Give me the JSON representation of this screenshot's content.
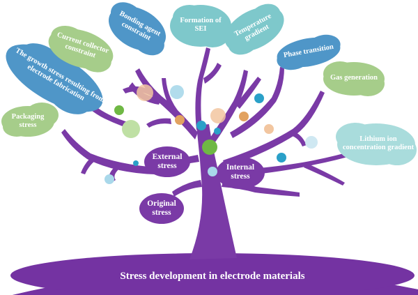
{
  "title": "Stress development in electrode materials",
  "trunk_labels": {
    "external": "External stress",
    "internal": "Internal stress",
    "original": "Original stress"
  },
  "leaves": {
    "packaging": "Packaging stress",
    "growth_stress": "The growth stress resulting from electrode fabrication",
    "current_collector": "Current collector constraint",
    "bonding_agent": "Bonding agent constraint",
    "sei": "Formation of SEI",
    "temperature": "Temperature gradient",
    "phase_transition": "Phase transition",
    "gas": "Gas generation",
    "lithium_ion": "Lithium ion concentration gradient"
  },
  "colors": {
    "purple": "#7a3aa6",
    "ground": "#7433a2",
    "green_leaf": "#a6cd8a",
    "teal_leaf": "#7ec8cb",
    "blue_leaf": "#4f96c8",
    "light_teal_leaf": "#a9dcdc"
  }
}
